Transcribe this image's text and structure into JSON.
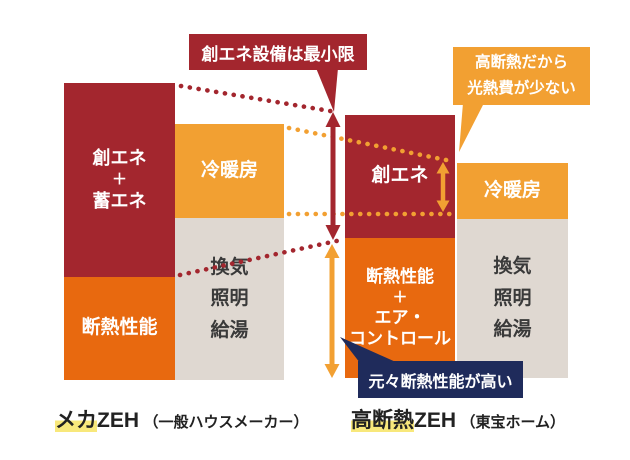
{
  "colors": {
    "dark_red": "#A3262E",
    "bright_orange": "#F2A032",
    "deep_orange": "#E8690F",
    "beige": "#DFD8D1",
    "navy": "#1F2B5B",
    "highlight_yellow": "#F8E87B",
    "beige_bar_text": "#3A3A3A",
    "caption_text": "#222222",
    "background": "#FFFFFF"
  },
  "callouts": {
    "minimal_equipment": {
      "text": "創エネ設備は最小限"
    },
    "low_utility_cost": {
      "line1": "高断熱だから",
      "line2": "光熱費が少ない"
    },
    "originally_high_insulation": {
      "text": "元々断熱性能が高い"
    }
  },
  "mecha_zeh": {
    "caption": {
      "highlighted": "メカ",
      "name": "ZEH",
      "note": "（一般ハウスメーカー）"
    },
    "energy_bar": {
      "line1": "創エネ",
      "plus": "＋",
      "line2": "蓄エネ"
    },
    "insulation_bar": {
      "label": "断熱性能"
    },
    "hvac_bar": {
      "label": "冷暖房"
    },
    "utilities_bar": {
      "line1": "換気",
      "line2": "照明",
      "line3": "給湯"
    }
  },
  "high_insulation_zeh": {
    "caption": {
      "highlighted": "高断熱",
      "name": "ZEH",
      "note": "（東宝ホーム）"
    },
    "energy_bar": {
      "label": "創エネ"
    },
    "insulation_bar": {
      "line1": "断熱性能",
      "plus": "＋",
      "line2": "エア・",
      "line3": "コントロール"
    },
    "hvac_bar": {
      "label": "冷暖房"
    },
    "utilities_bar": {
      "line1": "換気",
      "line2": "照明",
      "line3": "給湯"
    }
  }
}
